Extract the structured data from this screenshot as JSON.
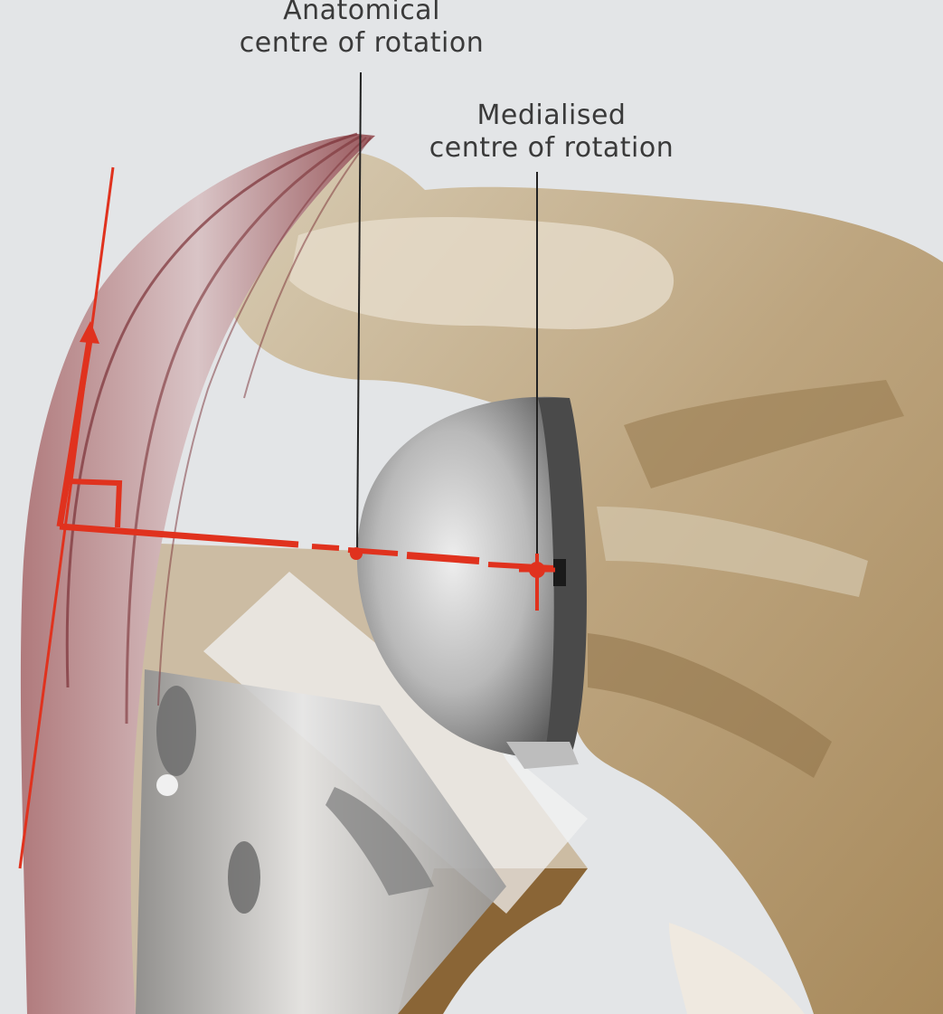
{
  "labels": {
    "anatomical": {
      "line1": "Anatomical",
      "line2": "centre of rotation"
    },
    "medialised": {
      "line1": "Medialised",
      "line2": "centre of rotation"
    }
  },
  "colors": {
    "background": "#e3e5e7",
    "bone": "#c9b79a",
    "bone_dark": "#8a6a3e",
    "muscle": "#8e4a4e",
    "metal_light": "#e8e8e8",
    "metal_dark": "#6e6e6e",
    "annotation_red": "#e0321e",
    "leader_line": "#222222"
  }
}
